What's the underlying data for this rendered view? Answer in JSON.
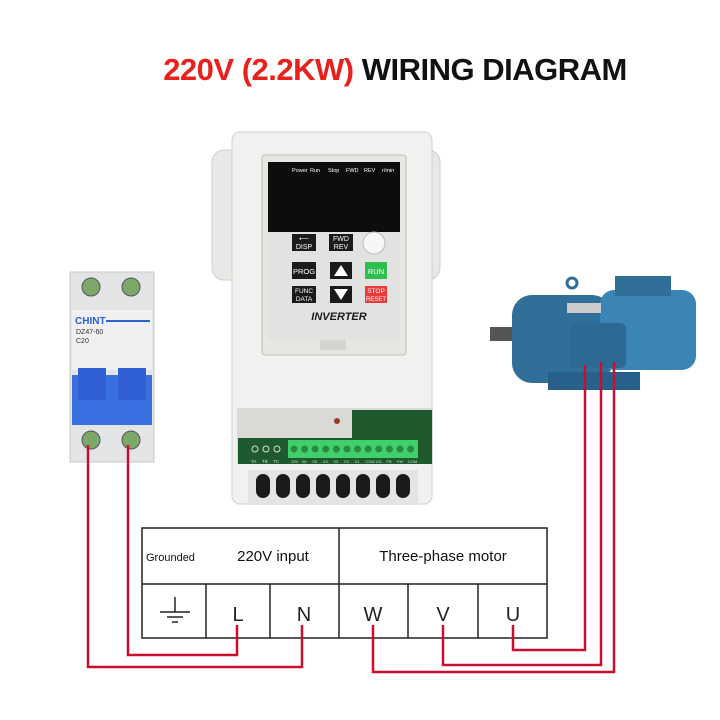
{
  "title": {
    "rating": "220V (2.2KW)",
    "rest": "WIRING DIAGRAM"
  },
  "colors": {
    "title_red": "#e8211d",
    "wire": "#c8102e",
    "breaker_blue": "#2f5fd0",
    "motor_blue": "#2f6f98",
    "run_green": "#2fbf4f",
    "stop_red": "#e83a3a",
    "terminal_green": "#3fd06a"
  },
  "breaker": {
    "brand": "CHINT",
    "model": "DZ47-60",
    "rating": "C20"
  },
  "inverter": {
    "indicators": [
      "Power",
      "Run",
      "Stop",
      "FWD",
      "REV",
      "r/min"
    ],
    "buttons": {
      "disp": "DISP",
      "fwd": "FWD",
      "rev": "REV",
      "prog": "PROG",
      "run": "RUN",
      "func": "FUNC",
      "data": "DATA",
      "stop": "STOP",
      "reset": "RESET"
    },
    "label": "INVERTER",
    "relay_terminals": [
      "TA",
      "TB",
      "TC"
    ],
    "control_terminals": [
      "10V",
      "X6",
      "X5",
      "X4",
      "X3",
      "X2",
      "X1",
      "COM",
      "VI1",
      "FB",
      "FM",
      "COM"
    ]
  },
  "table": {
    "grounded": "Grounded",
    "input": "220V input",
    "motor": "Three-phase motor",
    "terminals": [
      "L",
      "N",
      "W",
      "V",
      "U"
    ],
    "ground_icon": "ground-symbol-icon"
  }
}
